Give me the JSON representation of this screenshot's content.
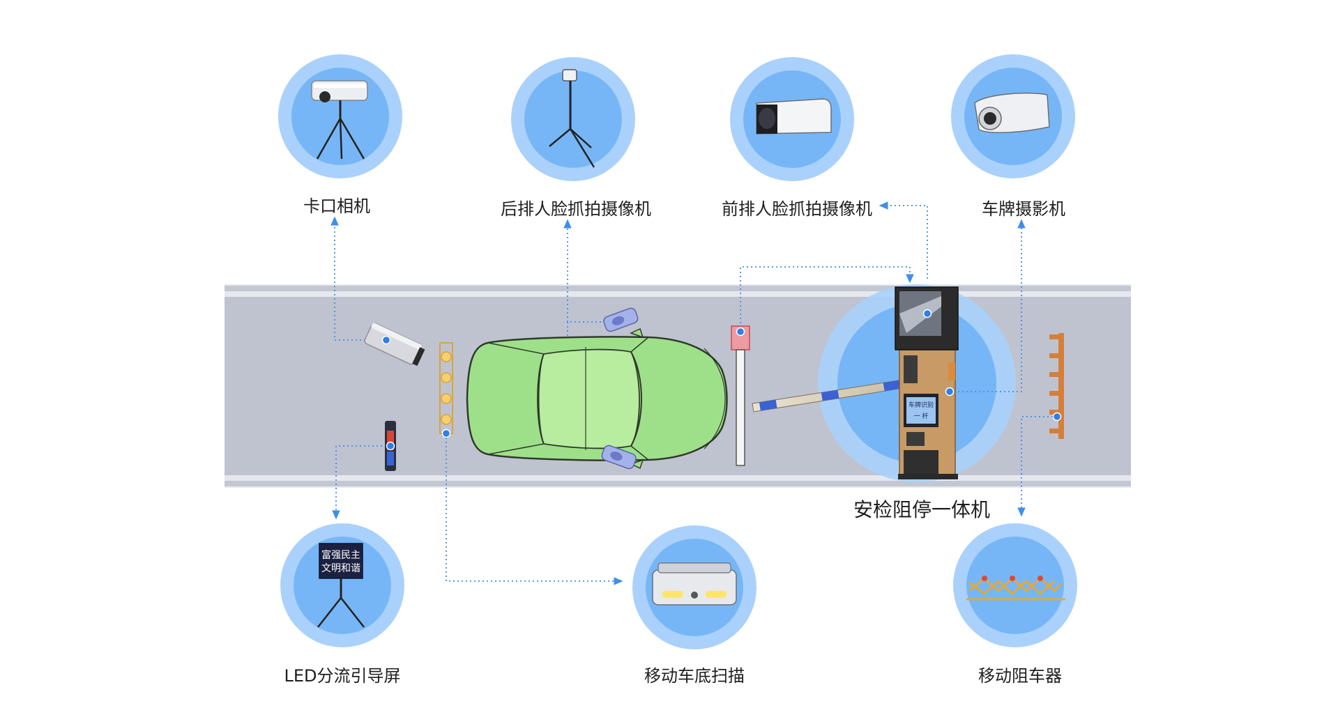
{
  "labels": {
    "kakou": "卡口相机",
    "rear_face": "后排人脸抓拍摄像机",
    "front_face": "前排人脸抓拍摄像机",
    "plate": "车牌摄影机",
    "integrated": "安检阻停一体机",
    "led": "LED分流引导屏",
    "undercar": "移动车底扫描",
    "blocker": "移动阻车器"
  },
  "led_screen": {
    "line1": "富强民主",
    "line2": "文明和谐"
  },
  "kiosk_screen": {
    "line1": "车牌识别",
    "line2": "一 杆"
  },
  "colors": {
    "circle_outer": "#a9d1fb",
    "circle_inner": "#77b6f6",
    "road": "#bfc3d0",
    "road_edge": "#e6e8ee",
    "car": "#9ee08a",
    "connector": "#3d8fe8",
    "node": "#2e7fe6",
    "barrier": "#d78a3c"
  },
  "icons": {
    "kakou": "tripod-box-camera-icon",
    "rear_face": "tripod-small-camera-icon",
    "front_face": "bullet-camera-icon",
    "plate": "housing-camera-icon",
    "led": "led-screen-tripod-icon",
    "undercar": "undercar-scanner-icon",
    "blocker": "road-blocker-icon"
  }
}
